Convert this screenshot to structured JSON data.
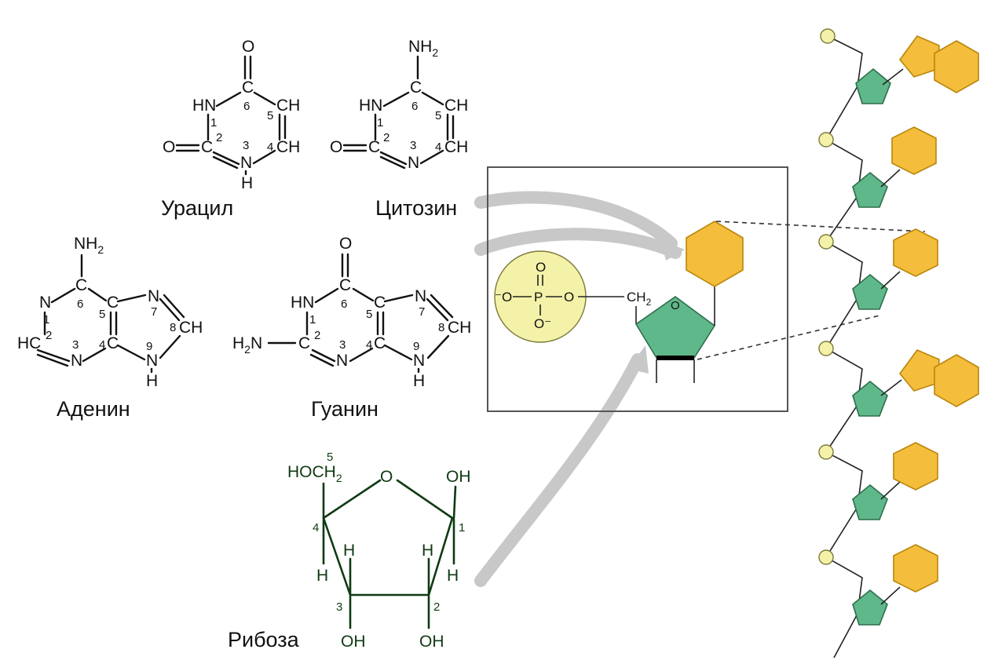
{
  "captions": {
    "uracil": "Урацил",
    "cytosine": "Цитозин",
    "adenine": "Аденин",
    "guanine": "Гуанин",
    "ribose": "Рибоза"
  },
  "atoms": {
    "O": "O",
    "C": "C",
    "N": "N",
    "H": "H",
    "HN": "HN",
    "CH": "CH",
    "HC": "HC",
    "NH": "NH",
    "OH": "OH",
    "NH2_main": "NH",
    "NH2_sub": "2",
    "H2N_main": "H",
    "H2N_sub": "2",
    "H2N_tail": "N",
    "HOCH2_main": "HOCH",
    "HOCH2_sub": "2",
    "CH2_main": "CH",
    "CH2_sub": "2",
    "P": "P",
    "Ominus": "O⁻",
    "minusO": "⁻O"
  },
  "ring_numbers": {
    "n1": "1",
    "n2": "2",
    "n3": "3",
    "n4": "4",
    "n5": "5",
    "n6": "6",
    "n7": "7",
    "n8": "8",
    "n9": "9"
  },
  "colors": {
    "base_hexagon": "#f5bd3c",
    "sugar_pentagon": "#5fb889",
    "phosphate": "#f4f2a8",
    "arrow": "#c8c8c8",
    "ribose_ink": "#0f3a12"
  }
}
